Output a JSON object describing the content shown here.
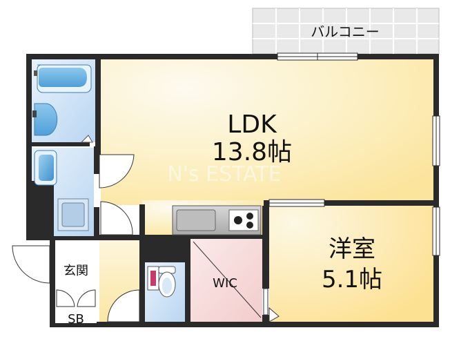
{
  "rooms": {
    "balcony": {
      "label": "バルコニー"
    },
    "ldk": {
      "label": "LDK",
      "area": "13.8帖"
    },
    "western": {
      "label": "洋室",
      "area": "5.1帖"
    },
    "wic": {
      "label": "WIC"
    },
    "entrance": {
      "label": "玄関"
    },
    "sb": {
      "label": "SB"
    }
  },
  "watermark": "N's ESTATE",
  "colors": {
    "wall": "#2a2a2a",
    "ldk_light": "#fdf7d8",
    "ldk_dark": "#fbe7a6",
    "western_light": "#fdf4d2",
    "western_dark": "#fde39a",
    "wic": "#f8dede",
    "wet_blue": "#cfe3f7",
    "fixture_blue": "#6fb4e4",
    "balcony_bg": "#e8e8e8",
    "hall": "#fdf3cf"
  }
}
